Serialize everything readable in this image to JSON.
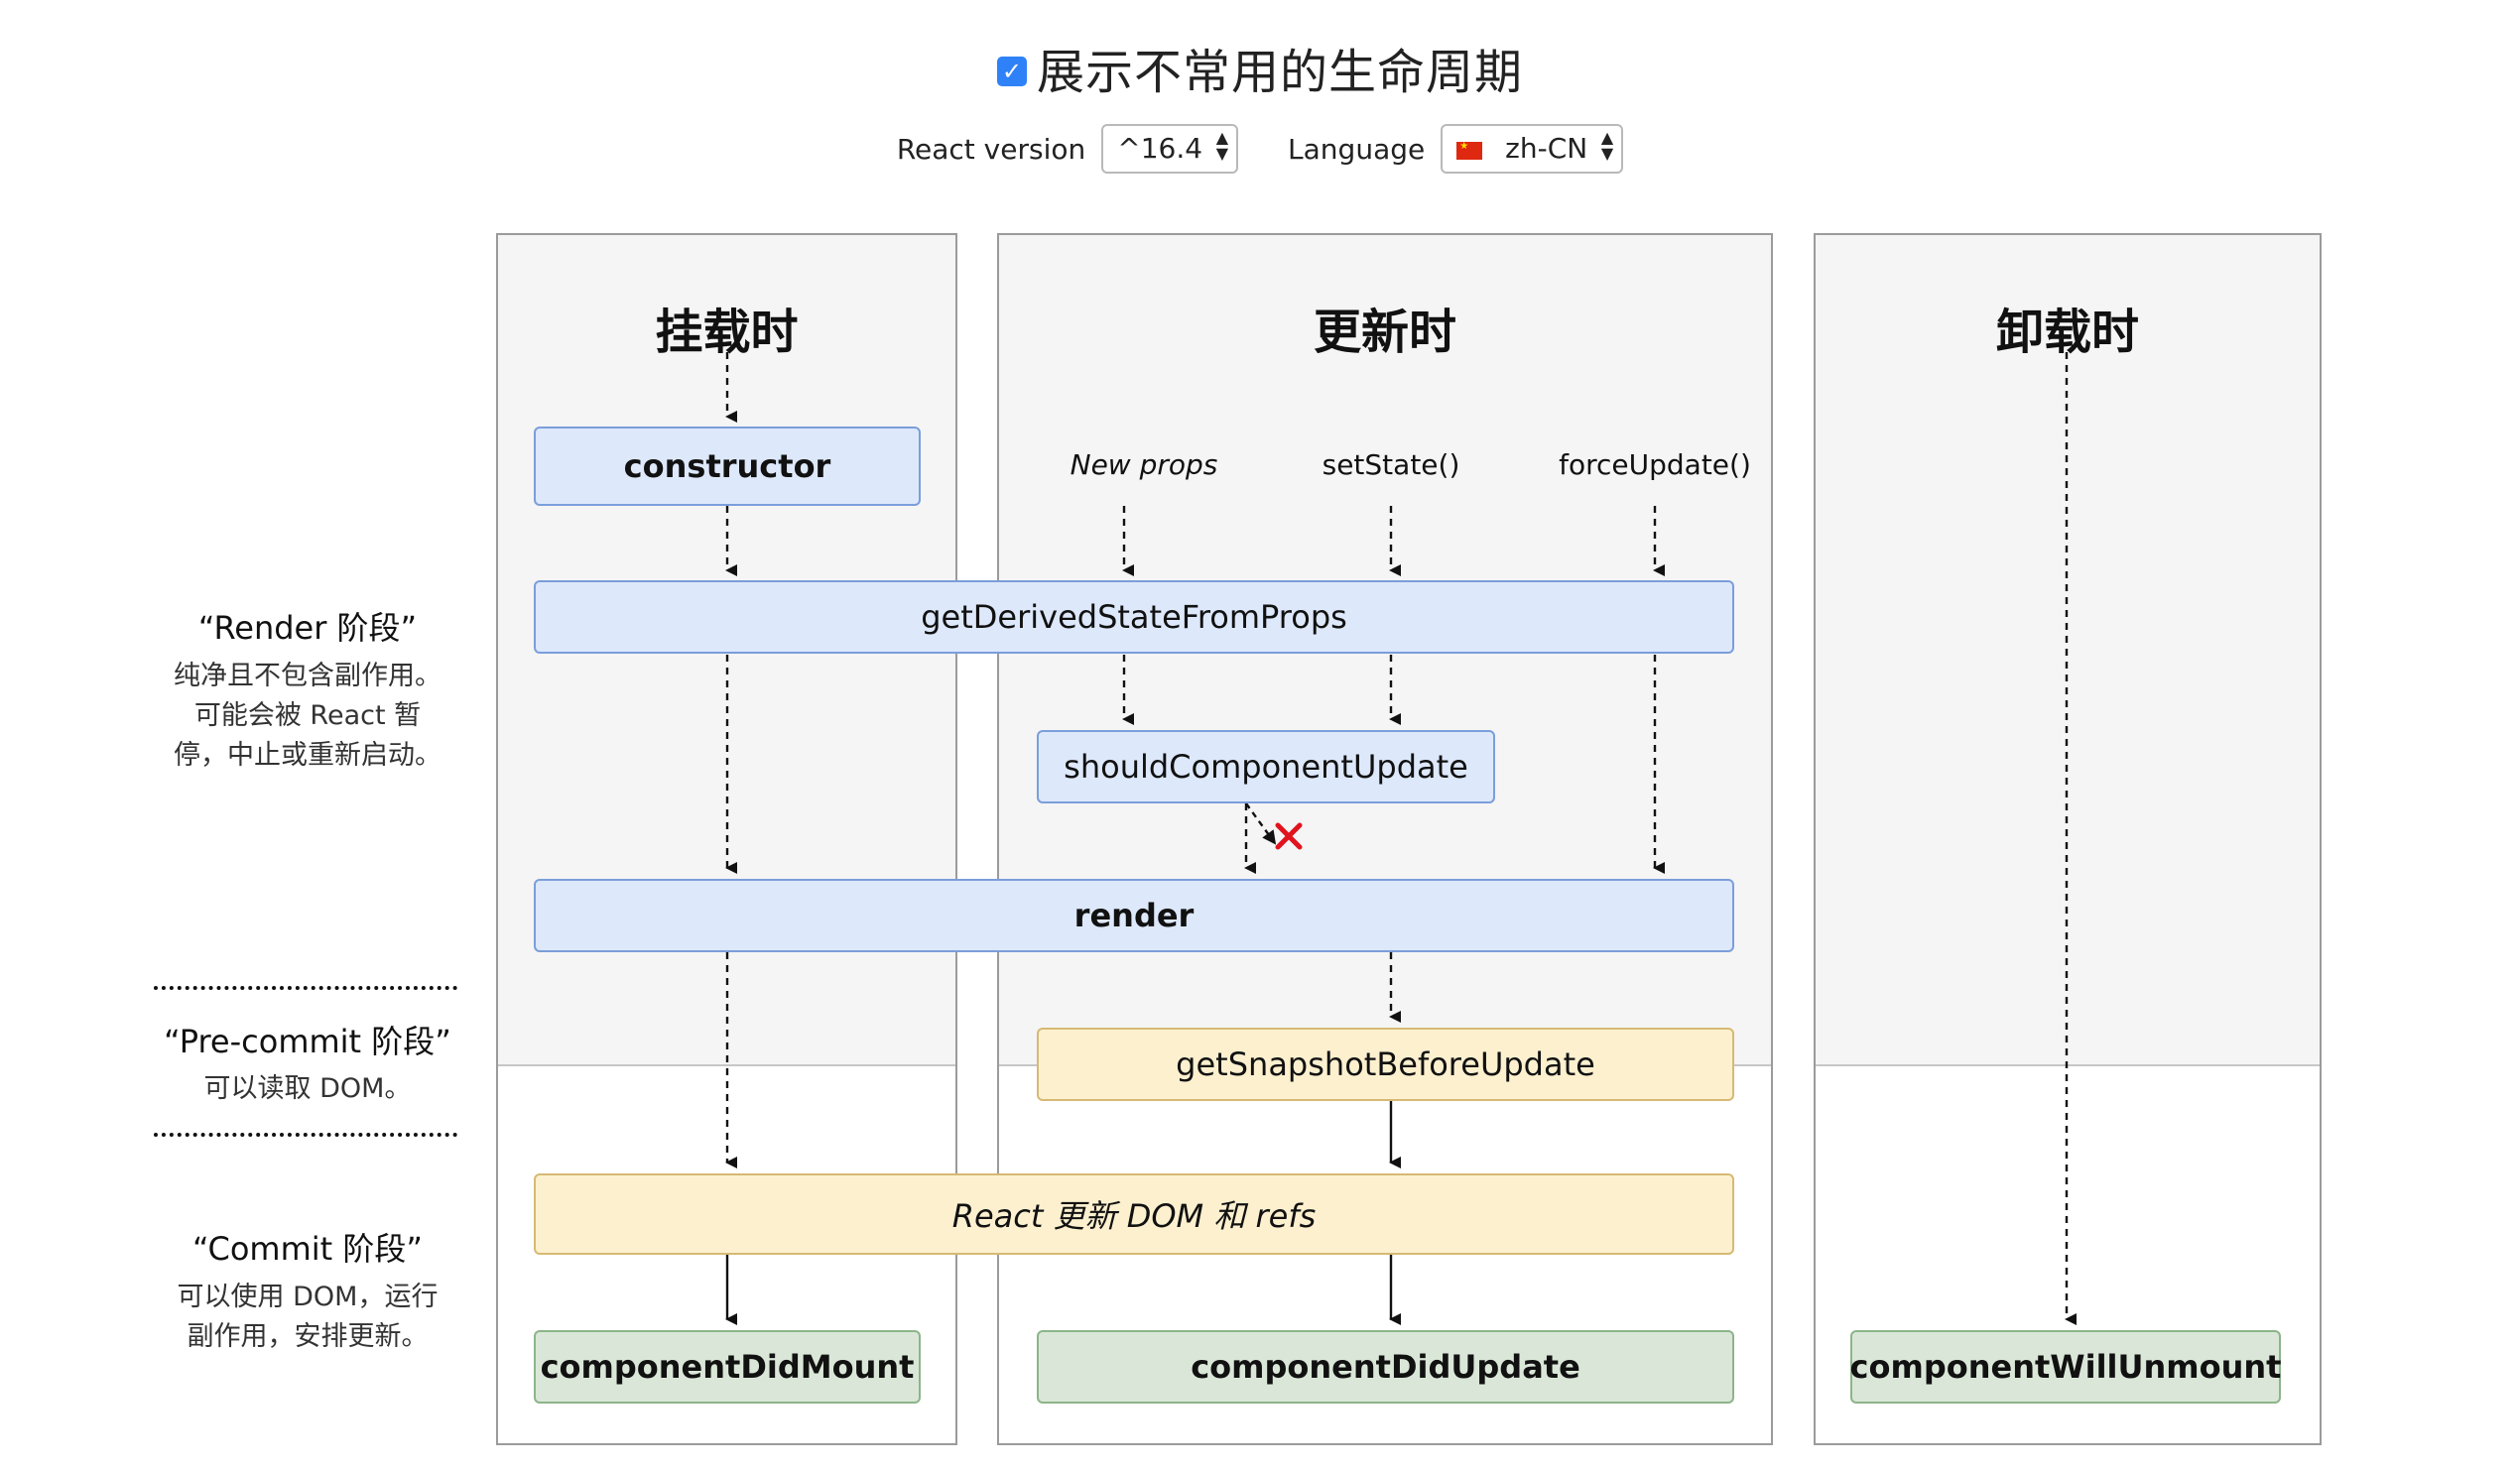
{
  "header": {
    "show_uncommon_checked": true,
    "title": "展示不常用的生命周期",
    "react_version_label": "React version",
    "react_version_value": "^16.4",
    "language_label": "Language",
    "language_value": "zh-CN"
  },
  "phases": {
    "render": {
      "title": "“Render 阶段”",
      "desc": [
        "纯净且不包含副作用。",
        "可能会被 React 暂",
        "停，中止或重新启动。"
      ]
    },
    "precommit": {
      "title": "“Pre-commit 阶段”",
      "desc": [
        "可以读取 DOM。"
      ]
    },
    "commit": {
      "title": "“Commit 阶段”",
      "desc": [
        "可以使用 DOM，运行",
        "副作用，安排更新。"
      ]
    }
  },
  "columns": {
    "mounting": "挂载时",
    "updating": "更新时",
    "unmounting": "卸载时"
  },
  "triggers": {
    "new_props": "New props",
    "set_state": "setState()",
    "force_update": "forceUpdate()"
  },
  "nodes": {
    "constructor": "constructor",
    "get_derived_state": "getDerivedStateFromProps",
    "should_update": "shouldComponentUpdate",
    "render": "render",
    "get_snapshot": "getSnapshotBeforeUpdate",
    "react_updates_dom": "React 更新 DOM 和 refs",
    "did_mount": "componentDidMount",
    "did_update": "componentDidUpdate",
    "will_unmount": "componentWillUnmount"
  },
  "colors": {
    "render_phase": "#dde8fa",
    "precommit_phase": "#fcf0cf",
    "commit_phase": "#dae7d8",
    "checkbox": "#2f81f7",
    "reject_mark": "#e0141e"
  }
}
